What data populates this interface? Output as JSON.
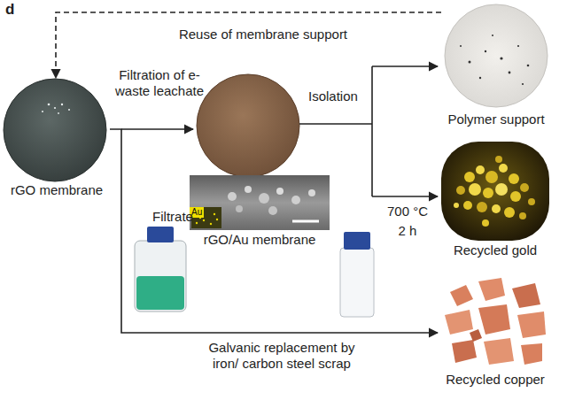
{
  "diagram": {
    "nodes": [
      {
        "text": [
          "rGO membrane"
        ]
      },
      {
        "text": [
          "Polymer support"
        ]
      },
      {
        "text": [
          "rGO/Au membrane"
        ]
      },
      {
        "text": [
          "Au"
        ],
        "in": 2
      },
      {
        "text": [
          "Recycled gold"
        ]
      },
      {
        "text": [
          "Recycled copper"
        ]
      }
    ],
    "edges": [
      {
        "from": 1,
        "to": 0,
        "arrow": "to",
        "label": "Reuse of membrane support"
      },
      {
        "from": 0,
        "to": 5,
        "arrow": "to",
        "label": "Galvanic replacement by iron/ carbon steel scrap"
      }
    ],
    "labels": [
      "d",
      "Filtration of e-waste leachate",
      "Isolation",
      "700 °C",
      "2 h",
      "Filtrate"
    ]
  }
}
